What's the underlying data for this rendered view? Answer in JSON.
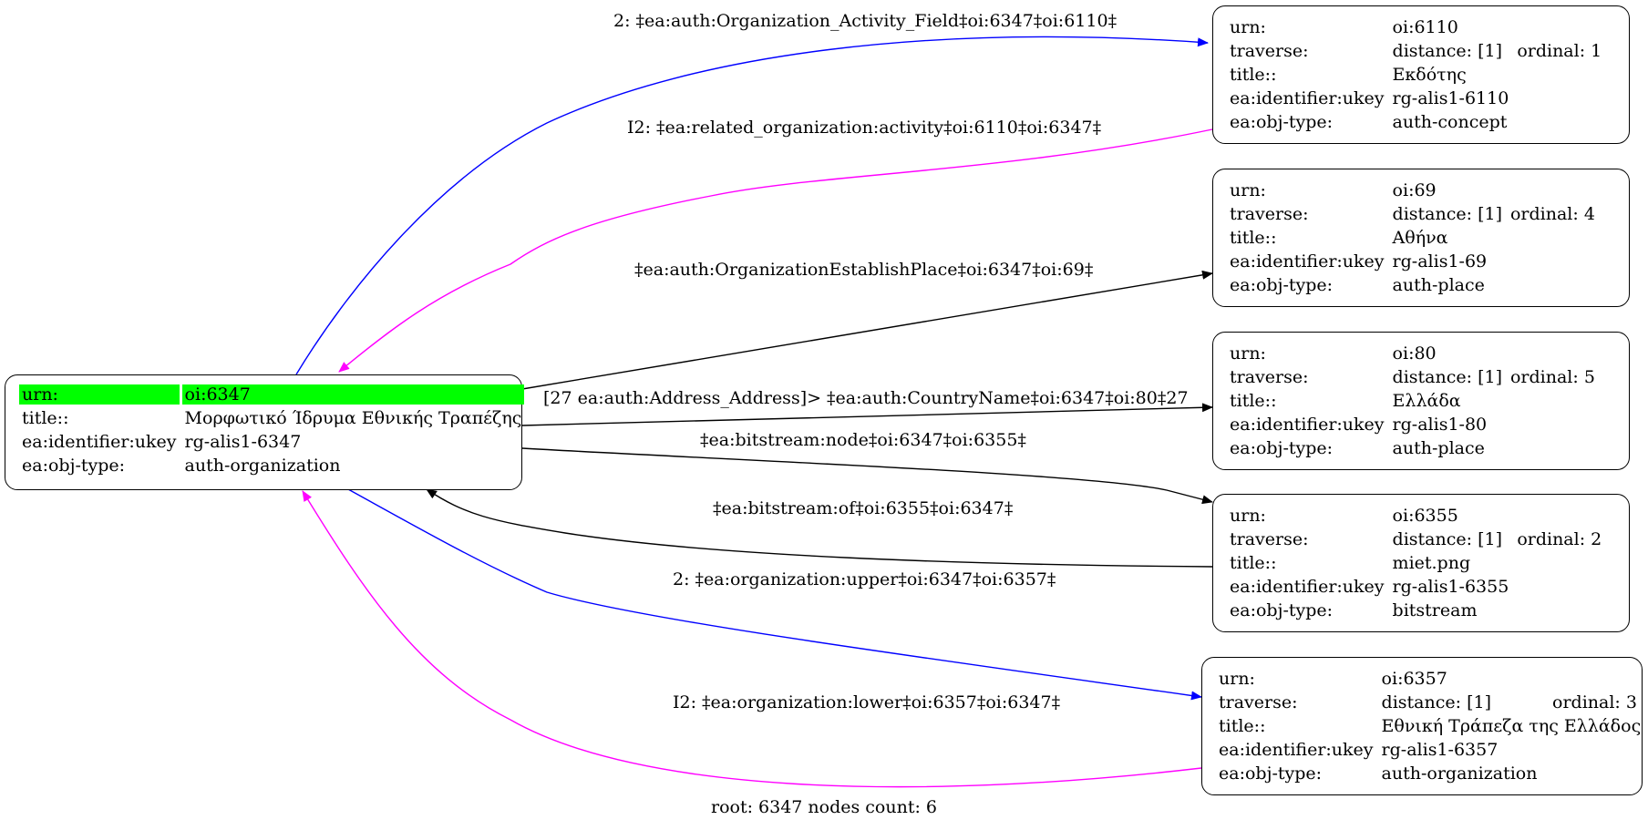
{
  "root": {
    "rows": [
      {
        "k": "urn:",
        "v": "oi:6347"
      },
      {
        "k": "title::",
        "v": "Μορφωτικό Ίδρυμα Εθνικής Τραπέζης"
      },
      {
        "k": "ea:identifier:ukey",
        "v": "rg-alis1-6347"
      },
      {
        "k": "ea:obj-type:",
        "v": "auth-organization"
      }
    ]
  },
  "nodes": [
    {
      "id": "n6110",
      "urn": "oi:6110",
      "distance": "distance: [1]",
      "ordinal": "ordinal: 1",
      "title": "Εκδότης",
      "ukey": "rg-alis1-6110",
      "type": "auth-concept"
    },
    {
      "id": "n69",
      "urn": "oi:69",
      "distance": "distance: [1]",
      "ordinal": "ordinal: 4",
      "title": "Αθήνα",
      "ukey": "rg-alis1-69",
      "type": "auth-place"
    },
    {
      "id": "n80",
      "urn": "oi:80",
      "distance": "distance: [1]",
      "ordinal": "ordinal: 5",
      "title": "Ελλάδα",
      "ukey": "rg-alis1-80",
      "type": "auth-place"
    },
    {
      "id": "n6355",
      "urn": "oi:6355",
      "distance": "distance: [1]",
      "ordinal": "ordinal: 2",
      "title": "miet.png",
      "ukey": "rg-alis1-6355",
      "type": "bitstream"
    },
    {
      "id": "n6357",
      "urn": "oi:6357",
      "distance": "distance: [1]",
      "ordinal": "ordinal: 3",
      "title": "Εθνική Τράπεζα της Ελλάδος",
      "ukey": "rg-alis1-6357",
      "type": "auth-organization"
    }
  ],
  "row_keys": {
    "urn": "urn:",
    "traverse": "traverse:",
    "title": "title::",
    "ukey": "ea:identifier:ukey",
    "type": "ea:obj-type:"
  },
  "edges": [
    {
      "label": "2: ‡ea:auth:Organization_Activity_Field‡oi:6347‡oi:6110‡",
      "color": "#0000ff"
    },
    {
      "label": "I2: ‡ea:related_organization:activity‡oi:6110‡oi:6347‡",
      "color": "#ff00ff"
    },
    {
      "label": "‡ea:auth:OrganizationEstablishPlace‡oi:6347‡oi:69‡",
      "color": "#000000"
    },
    {
      "label": "[27 ea:auth:Address_Address]> ‡ea:auth:CountryName‡oi:6347‡oi:80‡27",
      "color": "#000000"
    },
    {
      "label": "‡ea:bitstream:node‡oi:6347‡oi:6355‡",
      "color": "#000000"
    },
    {
      "label": "‡ea:bitstream:of‡oi:6355‡oi:6347‡",
      "color": "#000000"
    },
    {
      "label": "2: ‡ea:organization:upper‡oi:6347‡oi:6357‡",
      "color": "#0000ff"
    },
    {
      "label": "I2: ‡ea:organization:lower‡oi:6357‡oi:6347‡",
      "color": "#ff00ff"
    }
  ],
  "footer": "root: 6347 nodes count: 6"
}
